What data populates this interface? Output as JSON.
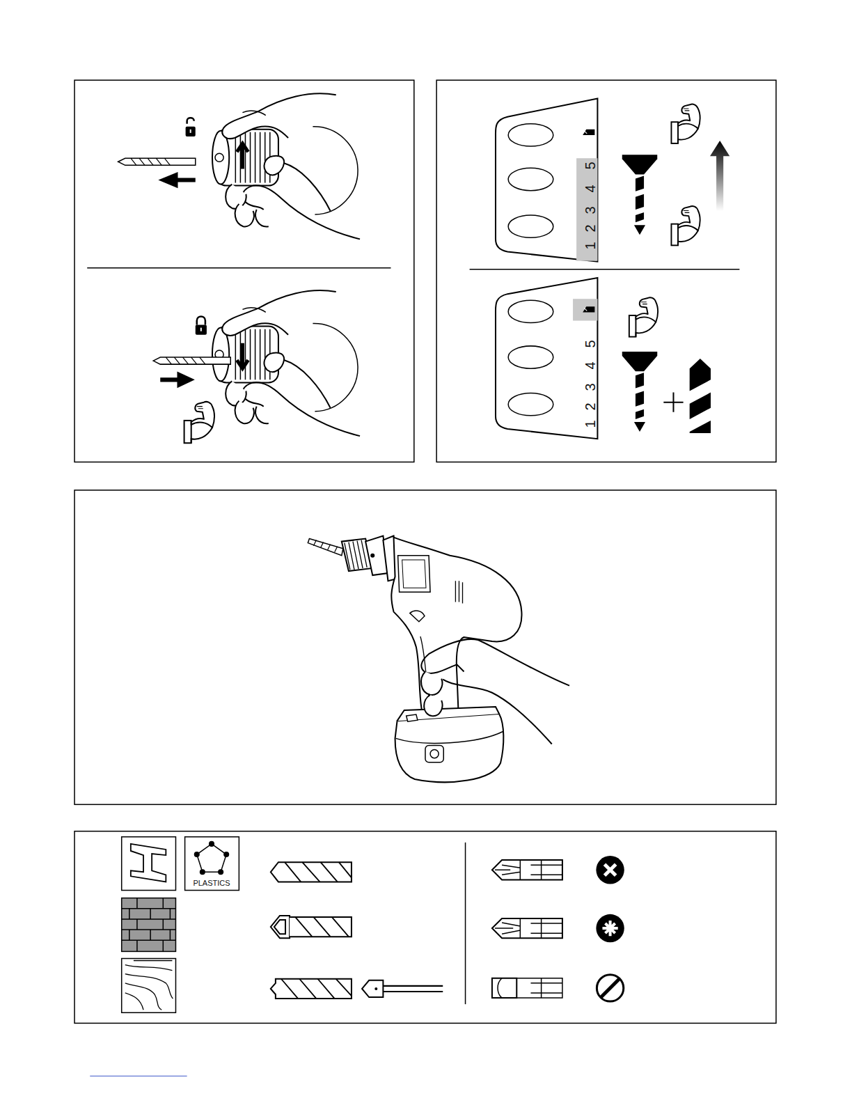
{
  "diagram": {
    "labels": [
      "5",
      "4",
      "3",
      "2",
      "1",
      "5",
      "4",
      "3",
      "2",
      "1",
      "PLASTICS"
    ]
  }
}
